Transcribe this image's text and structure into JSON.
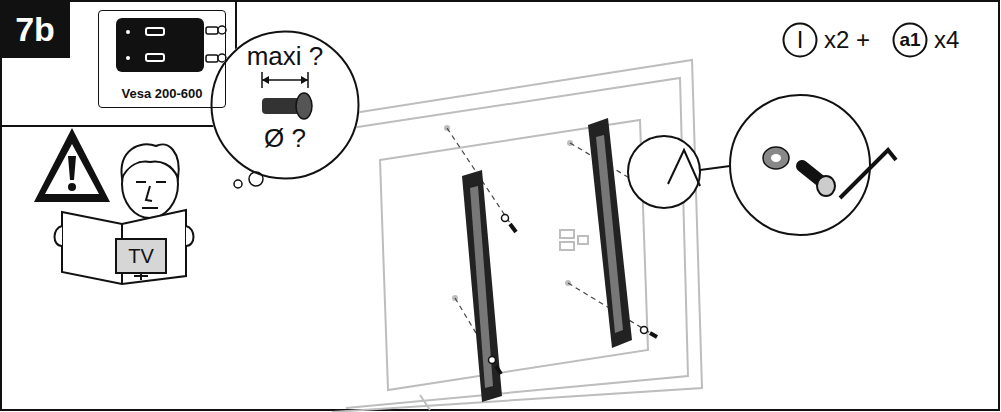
{
  "diagram": {
    "nodes": [
      {
        "text": [
          "7b"
        ]
      },
      {
        "text": [
          "Vesa 200-600"
        ]
      },
      {
        "text": [
          "maxi ?",
          "Ø ?"
        ]
      },
      {
        "text": [
          "TV"
        ]
      },
      {
        "text": [
          "I"
        ]
      },
      {
        "text": [
          "a1"
        ]
      }
    ],
    "labels": [
      "x2 +",
      "x4"
    ]
  }
}
